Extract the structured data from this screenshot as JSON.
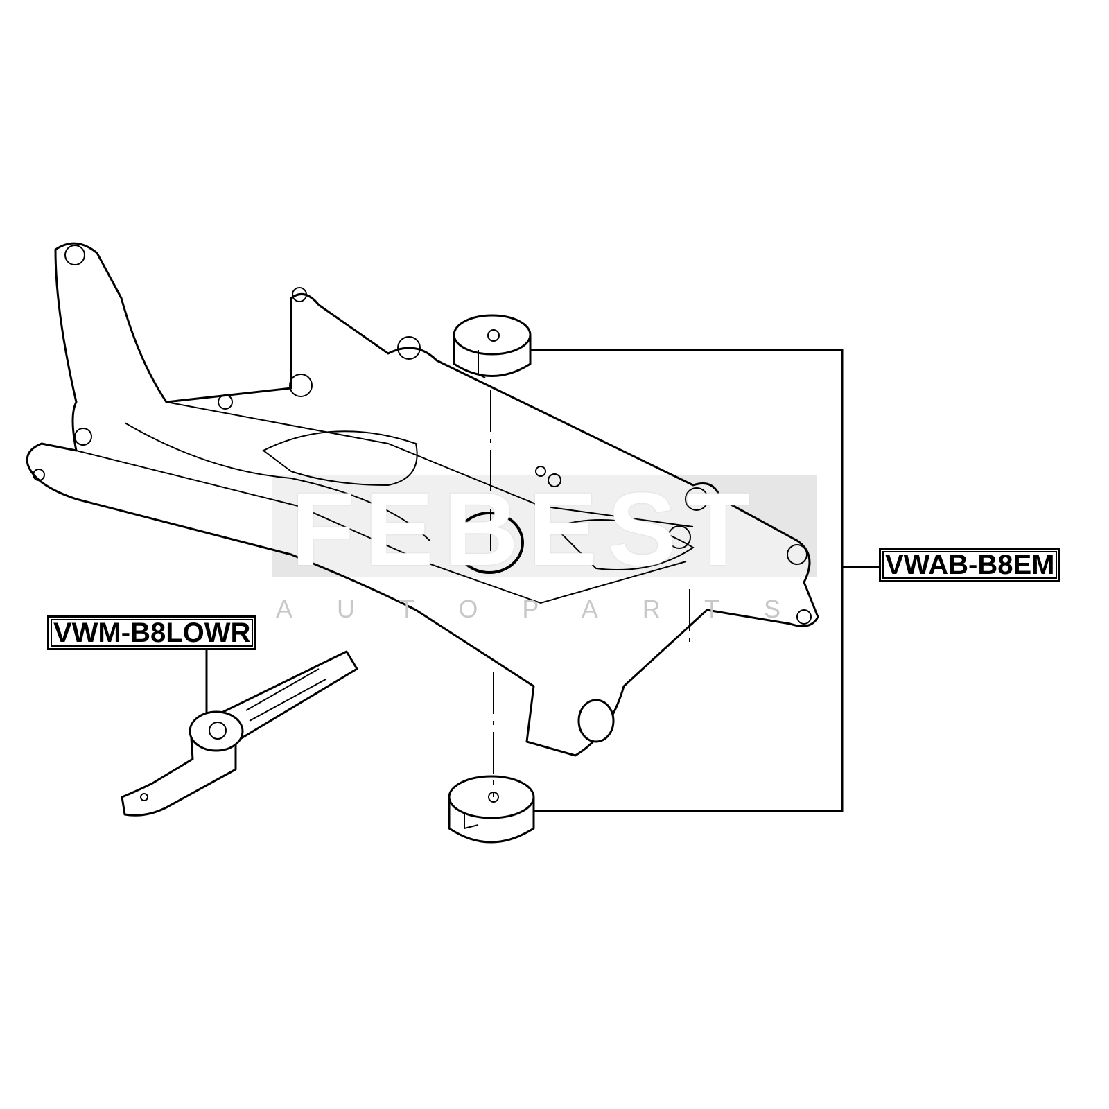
{
  "watermark": {
    "brand": "FEBEST",
    "tagline": "AUTOPARTS"
  },
  "callouts": [
    {
      "part_number": "VWAB-B8EM"
    },
    {
      "part_number": "VWM-B8LOWR"
    }
  ]
}
